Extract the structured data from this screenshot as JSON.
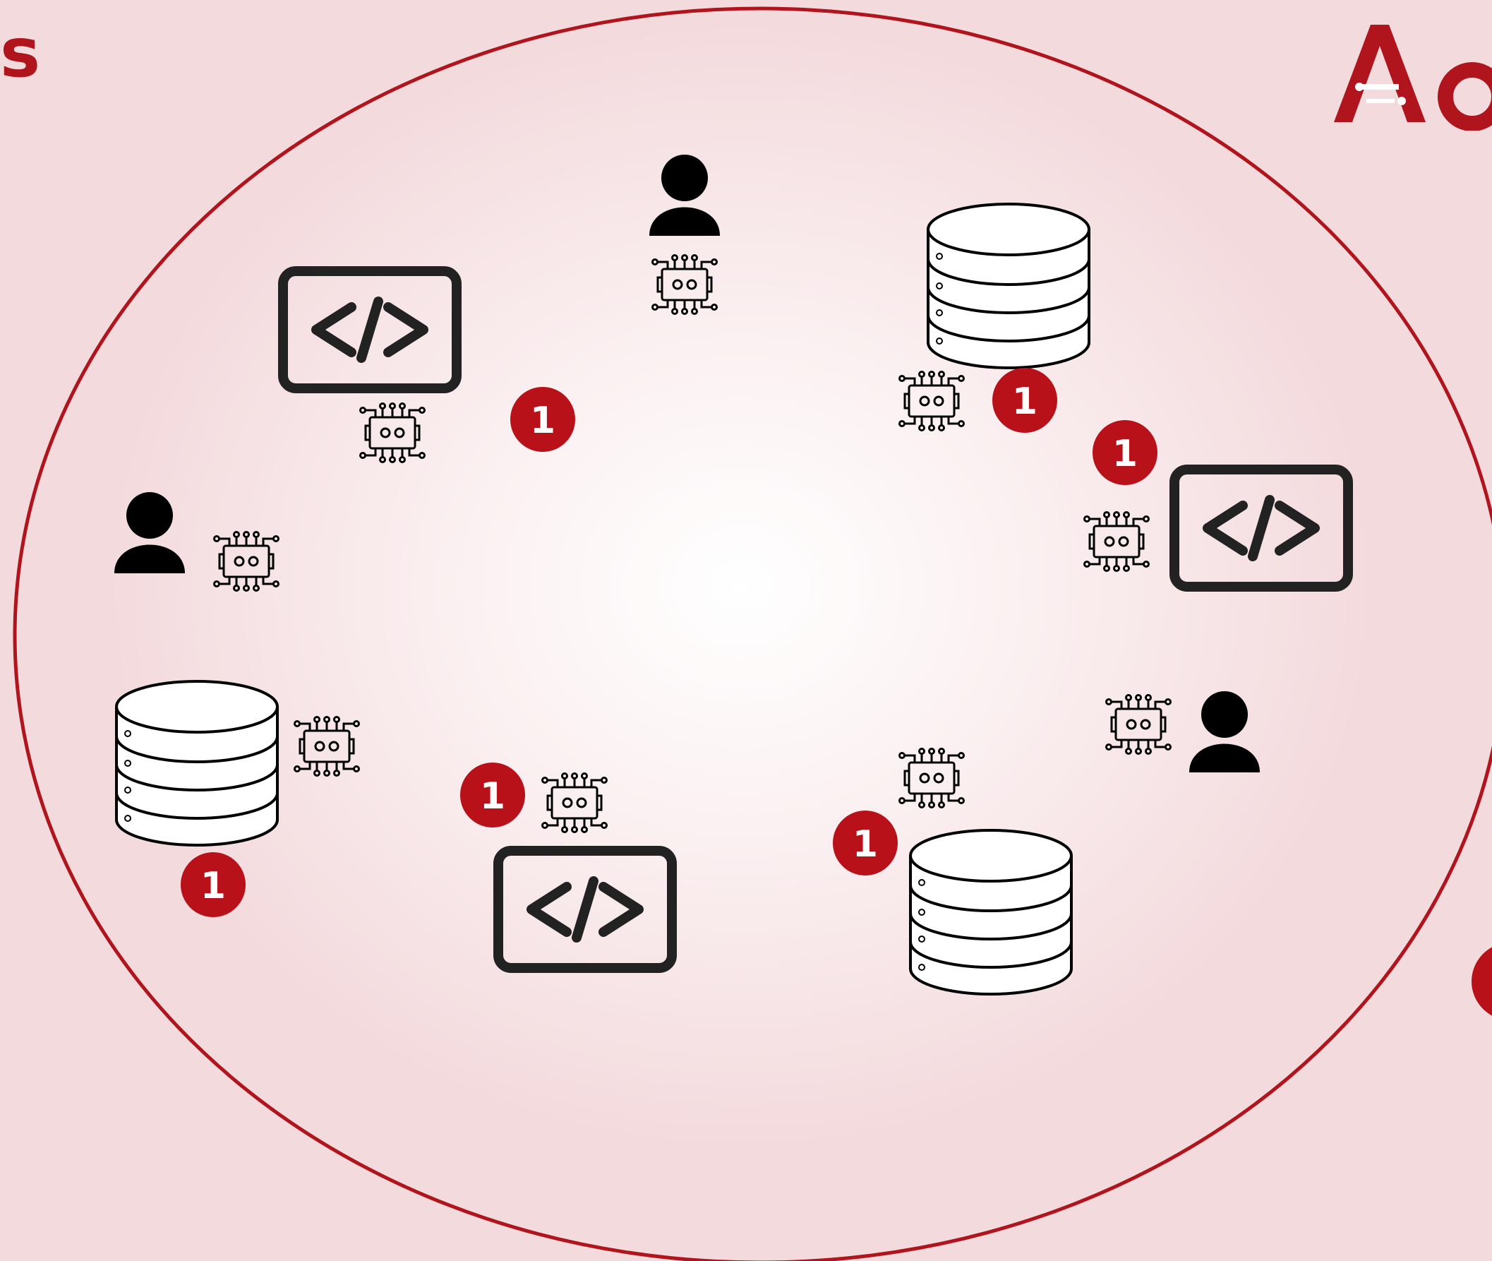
{
  "header": {
    "title_fragment": "s"
  },
  "brand": {
    "logo_name": "aa-logo",
    "color_accent": "#b0141c",
    "color_badge": "#b8111a",
    "color_icon": "#000000",
    "color_icon_stroke": "#222222"
  },
  "diagram": {
    "icon_set": [
      "person-icon",
      "code-window-icon",
      "database-icon",
      "robot-chip-icon",
      "number-badge"
    ],
    "badge_label": "1",
    "badges": [
      {
        "label": "1"
      },
      {
        "label": "1"
      },
      {
        "label": "1"
      },
      {
        "label": "1"
      },
      {
        "label": "1"
      },
      {
        "label": "1"
      }
    ]
  }
}
